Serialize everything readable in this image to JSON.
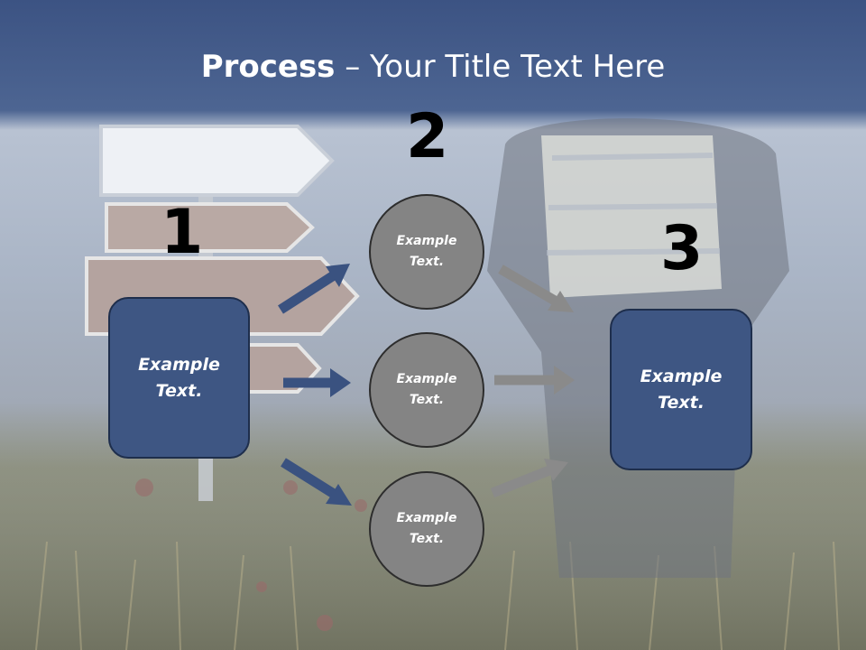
{
  "title": {
    "bold": "Process",
    "rest": " – Your Title Text Here"
  },
  "steps": {
    "one": "1",
    "two": "2",
    "three": "3"
  },
  "left_box": {
    "text": "Example\nText."
  },
  "circles": [
    {
      "text": "Example\nText."
    },
    {
      "text": "Example\nText."
    },
    {
      "text": "Example\nText."
    }
  ],
  "right_box": {
    "text": "Example\nText."
  },
  "colors": {
    "header": "#455c88",
    "box": "#3e5683",
    "circle": "#848484",
    "arrow_left": "#3a5280",
    "arrow_right": "#8a8a8a"
  }
}
